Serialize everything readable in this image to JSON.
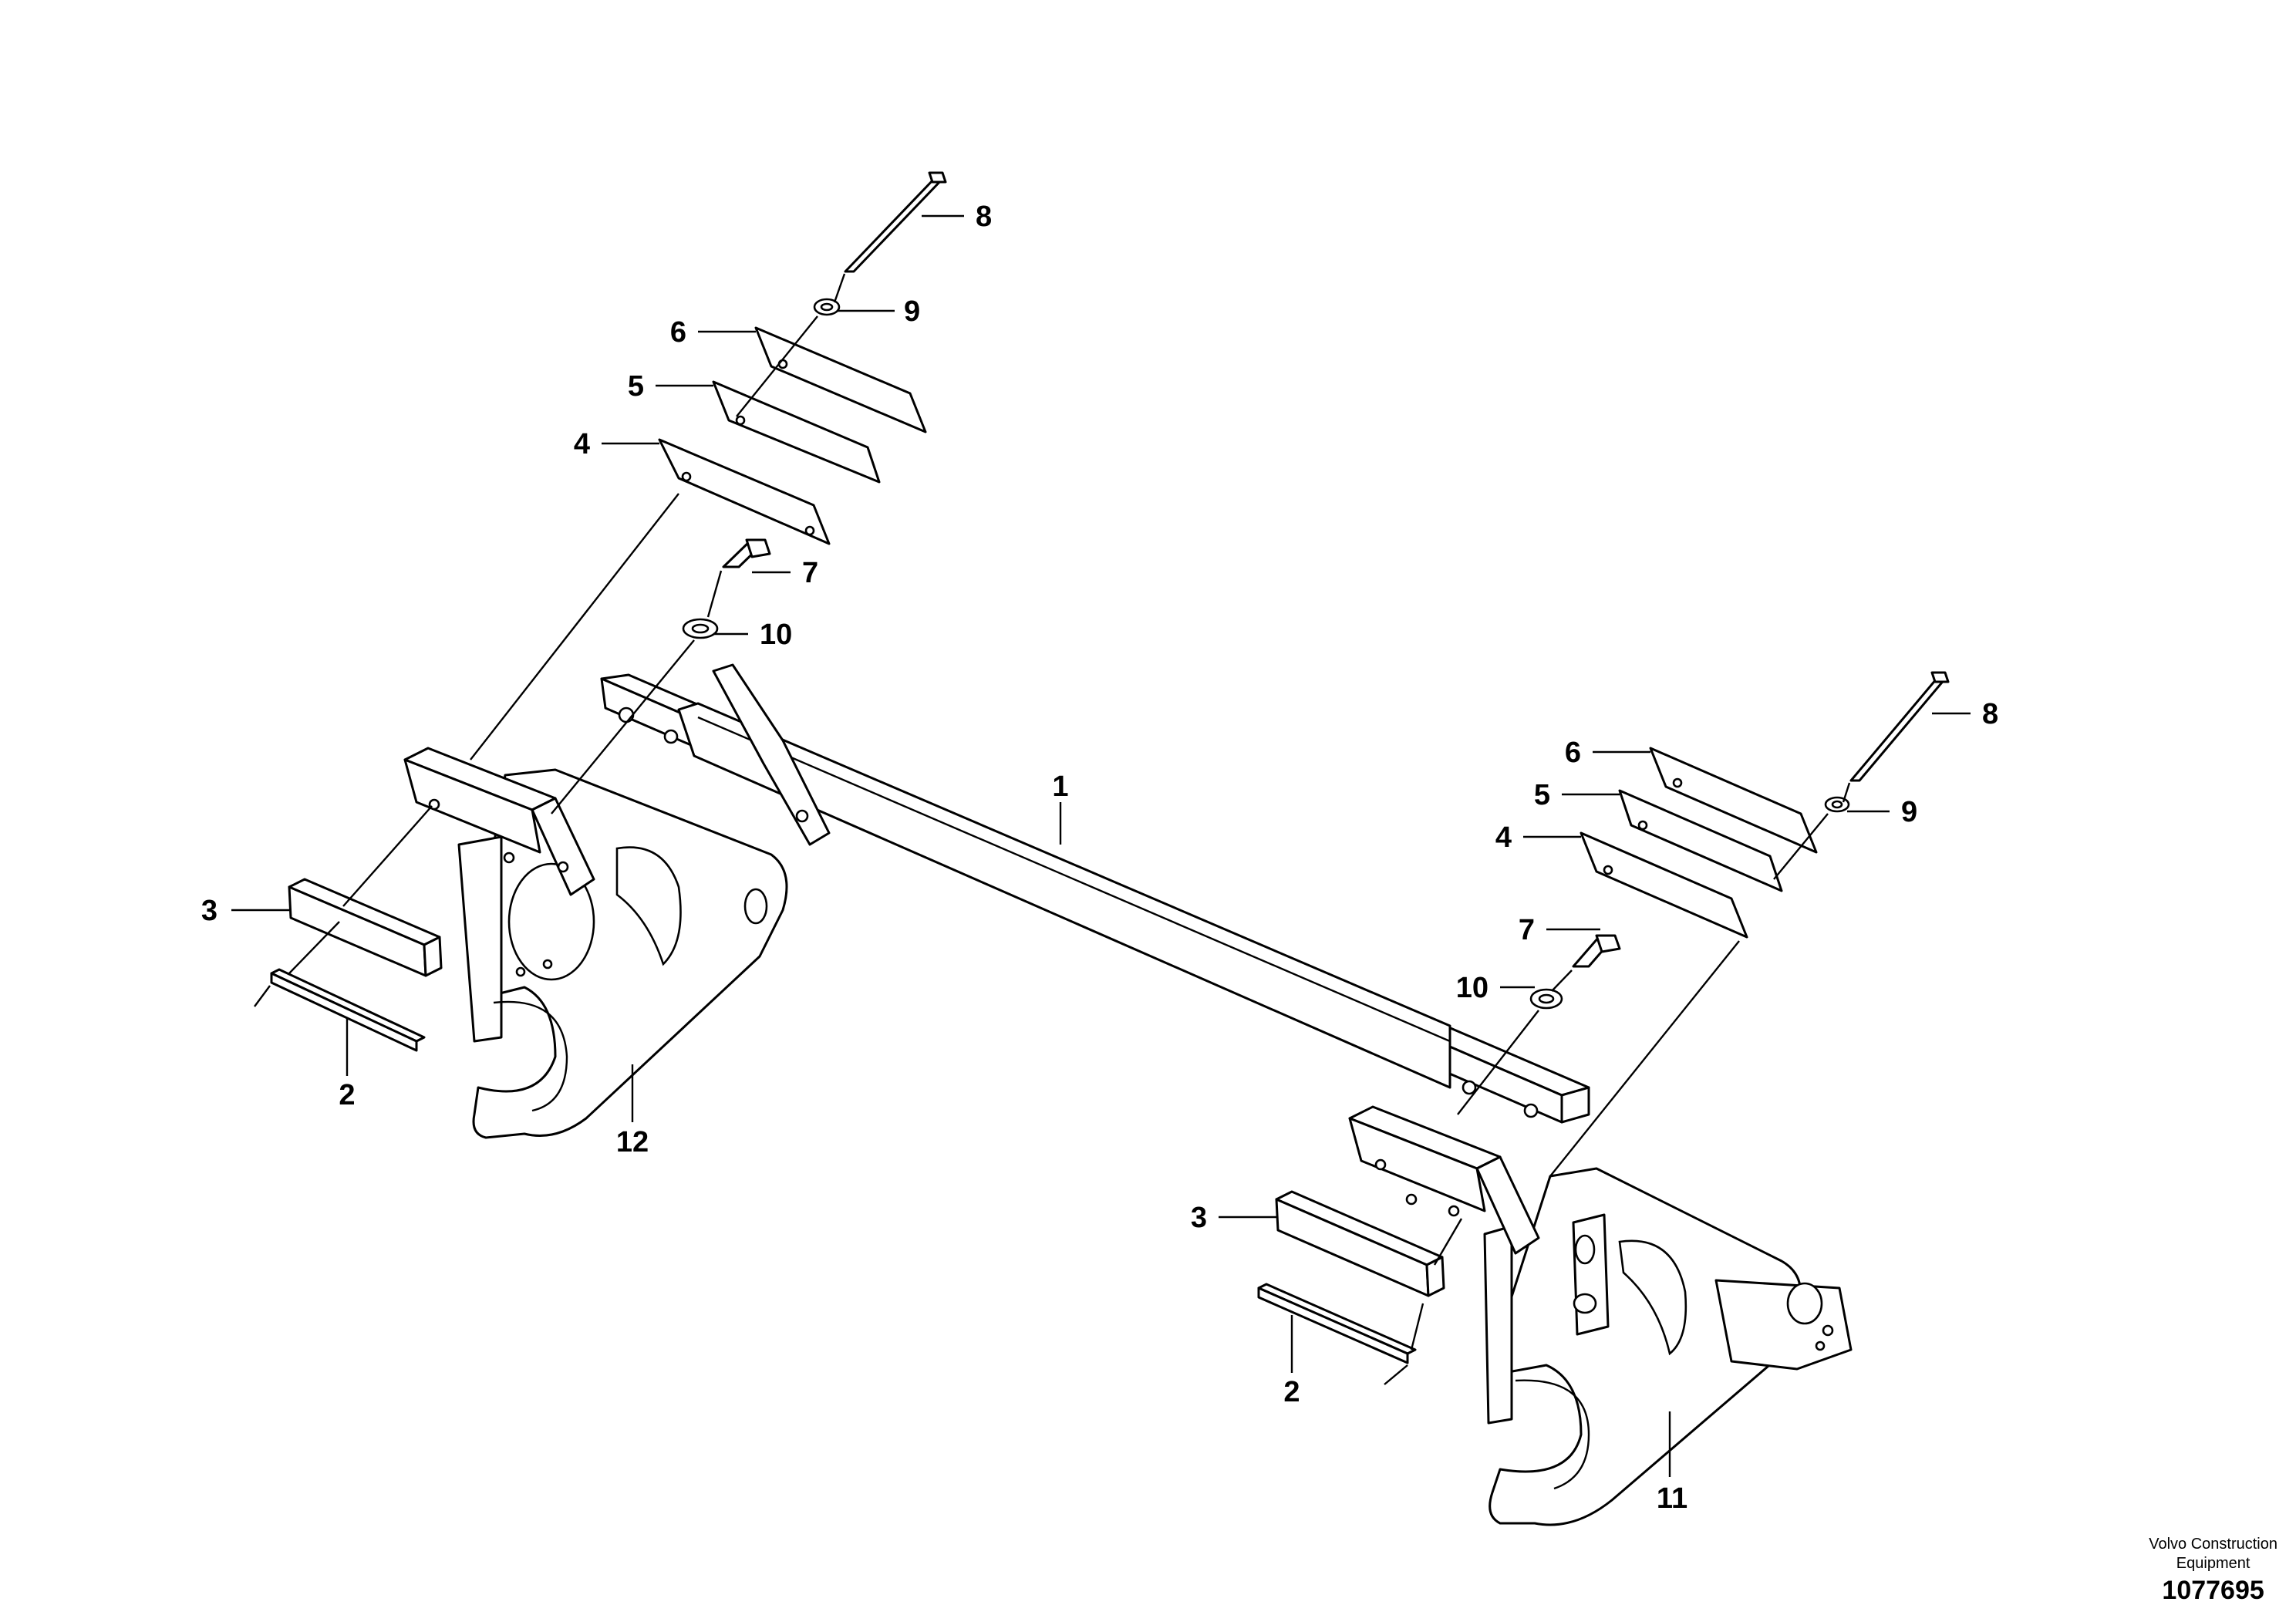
{
  "callouts": [
    {
      "id": "c1",
      "label": "1"
    },
    {
      "id": "c2a",
      "label": "2"
    },
    {
      "id": "c2b",
      "label": "2"
    },
    {
      "id": "c3a",
      "label": "3"
    },
    {
      "id": "c3b",
      "label": "3"
    },
    {
      "id": "c4a",
      "label": "4"
    },
    {
      "id": "c4b",
      "label": "4"
    },
    {
      "id": "c5a",
      "label": "5"
    },
    {
      "id": "c5b",
      "label": "5"
    },
    {
      "id": "c6a",
      "label": "6"
    },
    {
      "id": "c6b",
      "label": "6"
    },
    {
      "id": "c7a",
      "label": "7"
    },
    {
      "id": "c7b",
      "label": "7"
    },
    {
      "id": "c8a",
      "label": "8"
    },
    {
      "id": "c8b",
      "label": "8"
    },
    {
      "id": "c9a",
      "label": "9"
    },
    {
      "id": "c9b",
      "label": "9"
    },
    {
      "id": "c10a",
      "label": "10"
    },
    {
      "id": "c10b",
      "label": "10"
    },
    {
      "id": "c11",
      "label": "11"
    },
    {
      "id": "c12",
      "label": "12"
    }
  ],
  "credit": {
    "line1": "Volvo Construction",
    "line2": "Equipment",
    "code": "1077695"
  }
}
